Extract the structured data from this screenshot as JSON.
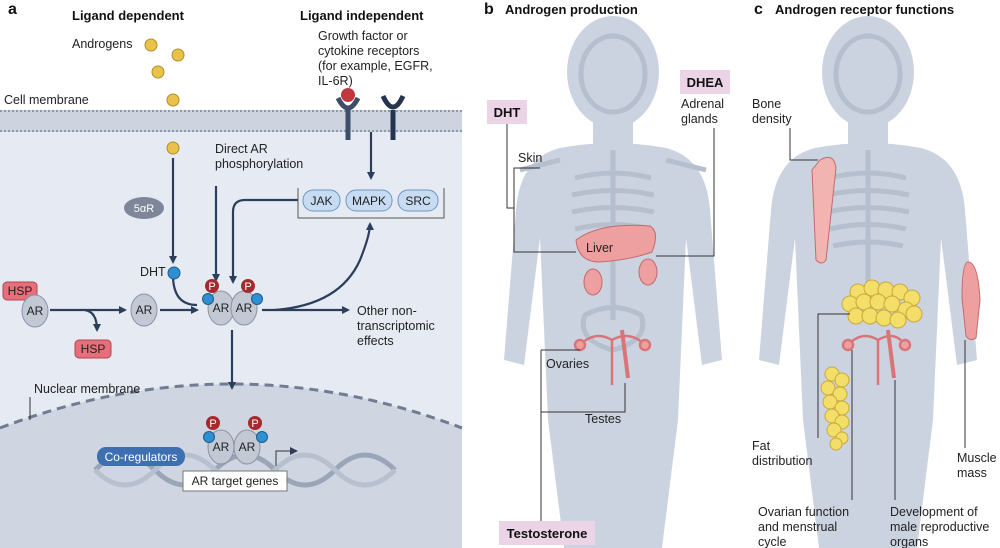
{
  "panels": {
    "a": {
      "letter": "a",
      "ligand_dependent": "Ligand dependent",
      "ligand_independent": "Ligand independent",
      "androgens": "Androgens",
      "growth_factor": [
        "Growth factor or",
        "cytokine receptors",
        "(for example, EGFR,",
        "IL-6R)"
      ],
      "cell_membrane": "Cell membrane",
      "direct_ar": [
        "Direct AR",
        "phosphorylation"
      ],
      "five_ar": "5αR",
      "dht": "DHT",
      "hsp": "HSP",
      "ar": "AR",
      "p": "P",
      "kinases": [
        "JAK",
        "MAPK",
        "SRC"
      ],
      "other_effects": [
        "Other non-",
        "transcriptomic",
        "effects"
      ],
      "nuclear_membrane": "Nuclear membrane",
      "co_regulators": "Co-regulators",
      "target_genes": "AR target genes"
    },
    "b": {
      "letter": "b",
      "title": "Androgen production",
      "dht_box": "DHT",
      "dhea_box": "DHEA",
      "adrenal": [
        "Adrenal",
        "glands"
      ],
      "skin": "Skin",
      "liver": "Liver",
      "ovaries": "Ovaries",
      "testes": "Testes",
      "testosterone_box": "Testosterone"
    },
    "c": {
      "letter": "c",
      "title": "Androgen receptor functions",
      "bone": [
        "Bone",
        "density"
      ],
      "fat": [
        "Fat",
        "distribution"
      ],
      "muscle": [
        "Muscle",
        "mass"
      ],
      "ovarian": [
        "Ovarian function",
        "and menstrual",
        "cycle"
      ],
      "male_dev": [
        "Development of",
        "male reproductive",
        "organs"
      ]
    }
  },
  "colors": {
    "cell_bg": "#e6ebf3",
    "membrane": "#b9c3d2",
    "arrow": "#2c3e5c",
    "androgen": "#e8c24a",
    "receptor_red": "#c0373f",
    "receptor_navy": "#253550",
    "hsp": "#e56f7a",
    "ar_gray": "#c2c9d4",
    "phospho": "#a52a2e",
    "dht_blue": "#2f8fd0",
    "kinase": "#c7dcf3",
    "coreg": "#3e6fb0",
    "body": "#ccd3e0",
    "skeleton": "#b6bfce",
    "organ": "#ee9fa0",
    "label_box": "#ead4e6",
    "fat": "#f3de6a"
  }
}
